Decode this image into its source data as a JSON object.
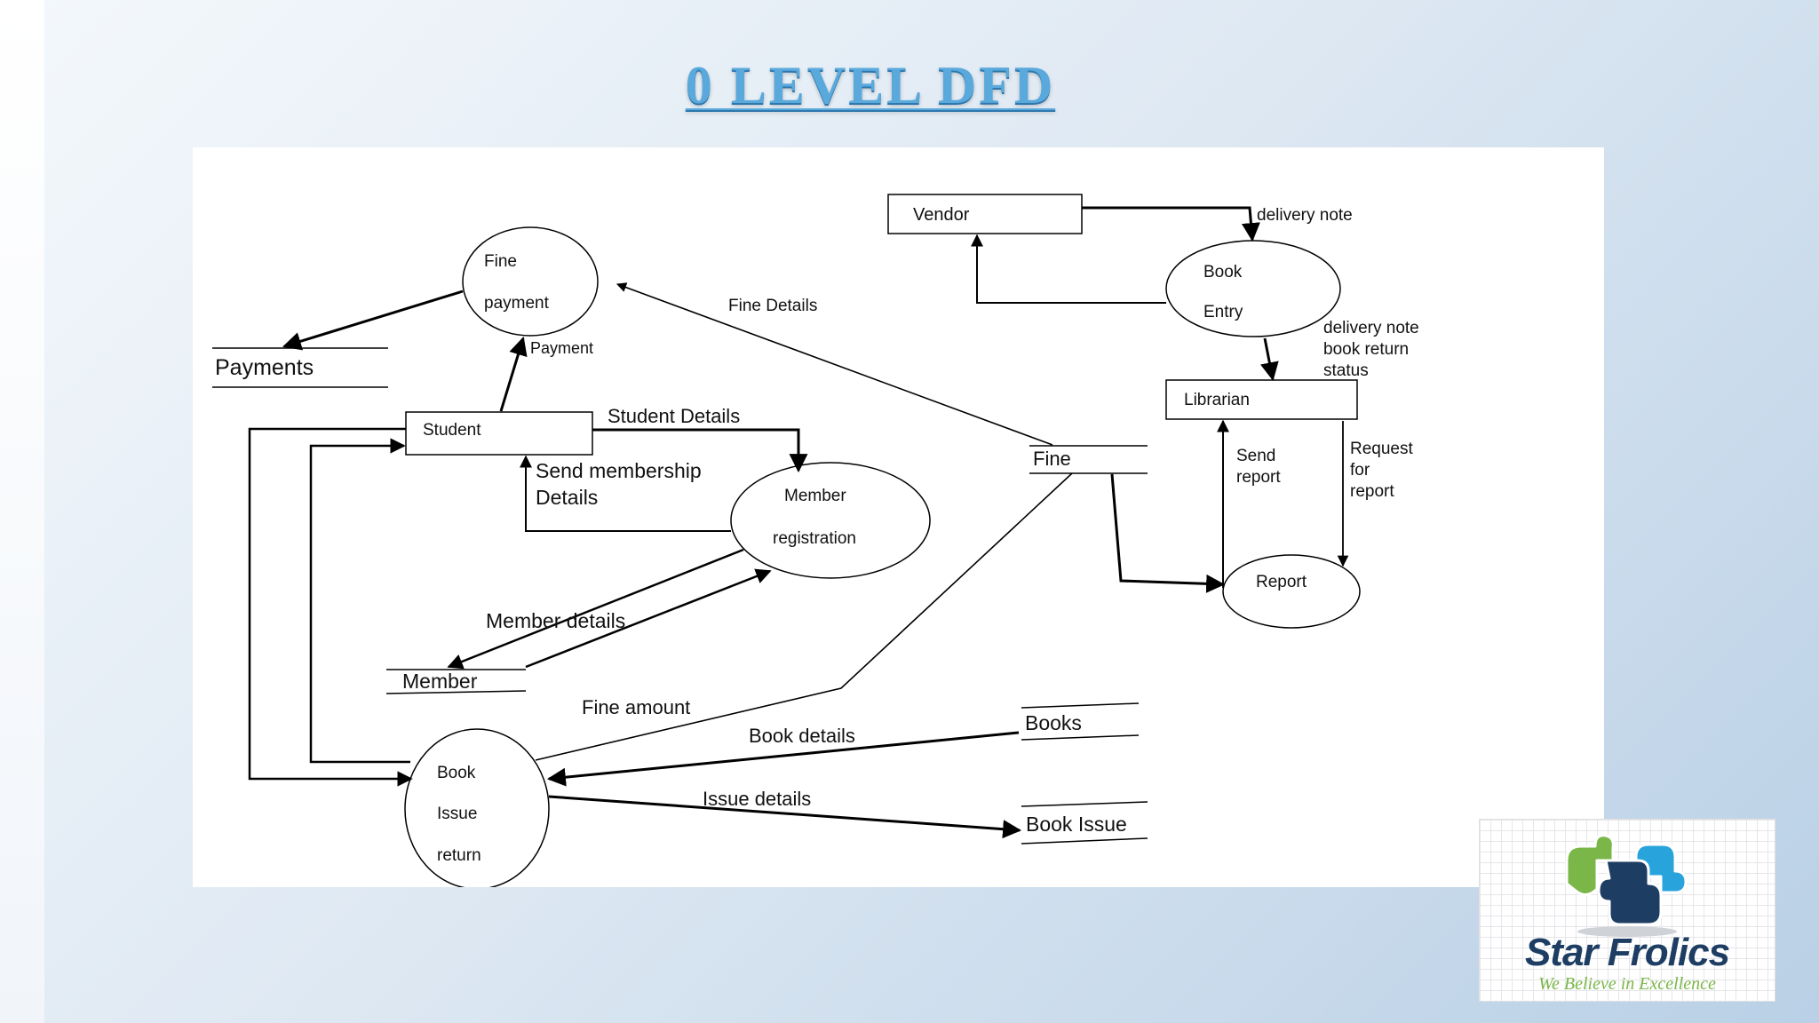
{
  "slide": {
    "title": "0 LEVEL DFD"
  },
  "diagram": {
    "processes": {
      "fine_payment": [
        "Fine",
        "payment"
      ],
      "book_entry": [
        "Book",
        "Entry"
      ],
      "member_registration": [
        "Member",
        "registration"
      ],
      "report": "Report",
      "book_issue_return": [
        "Book",
        "Issue",
        "return"
      ]
    },
    "entities": {
      "vendor": "Vendor",
      "librarian": "Librarian",
      "student": "Student"
    },
    "stores": {
      "payments": "Payments",
      "fine": "Fine",
      "member": "Member",
      "books": "Books",
      "book_issue": "Book Issue"
    },
    "flows": {
      "delivery_note": "delivery note",
      "fine_details": "Fine Details",
      "payment": "Payment",
      "delivery_note_status": [
        "delivery note",
        "book return",
        "status"
      ],
      "student_details": "Student Details",
      "send_membership": [
        "Send membership",
        "Details"
      ],
      "send_report": [
        "Send",
        "report"
      ],
      "request_for_report": [
        "Request",
        "for",
        "report"
      ],
      "member_details": "Member details",
      "fine_amount": "Fine amount",
      "book_details": "Book details",
      "issue_details": "Issue details"
    }
  },
  "logo": {
    "name": "Star Frolics",
    "tagline": "We Believe in Excellence",
    "colors": {
      "green": "#7ab648",
      "blue": "#29a3dc",
      "navy": "#1d3d63"
    }
  }
}
